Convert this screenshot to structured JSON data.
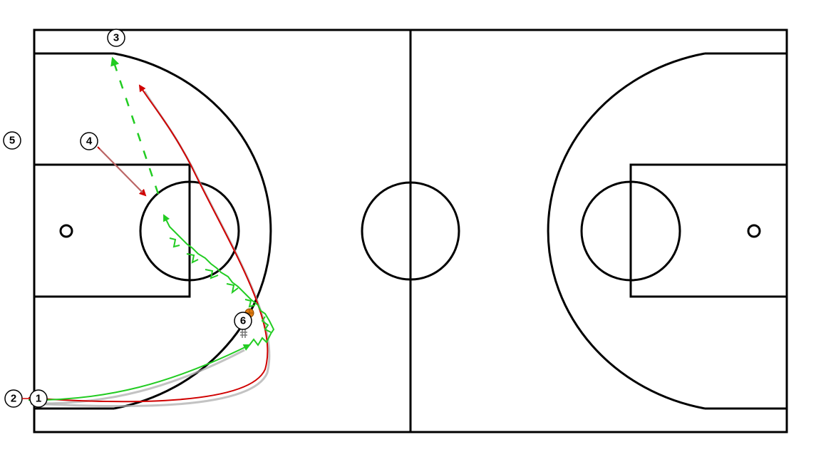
{
  "players": [
    {
      "id": "p1",
      "label": "1"
    },
    {
      "id": "p2",
      "label": "2"
    },
    {
      "id": "p3",
      "label": "3"
    },
    {
      "id": "p4",
      "label": "4"
    },
    {
      "id": "p5",
      "label": "5"
    },
    {
      "id": "p6",
      "label": "6"
    }
  ],
  "colors": {
    "court_lines": "#000000",
    "cut_path": "#d00000",
    "dribble_path": "#22cc22",
    "pass_path": "#22cc22",
    "shadow": "#999999",
    "ball": "#e07a10"
  },
  "icons": {
    "ball": "basketball-icon",
    "screen": "screen-marker-icon"
  }
}
